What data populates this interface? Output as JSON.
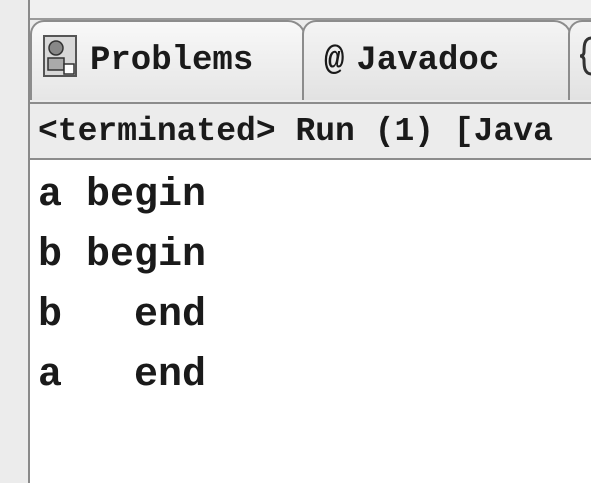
{
  "tabs": [
    {
      "label": "Problems",
      "icon": "problems-icon"
    },
    {
      "label": "Javadoc",
      "icon": "at-sign-icon",
      "icon_glyph": "@"
    },
    {
      "label": "",
      "icon": "declaration-icon"
    }
  ],
  "console": {
    "header": "<terminated> Run (1) [Java",
    "lines": [
      "a begin",
      "b begin",
      "b   end",
      "a   end"
    ]
  }
}
